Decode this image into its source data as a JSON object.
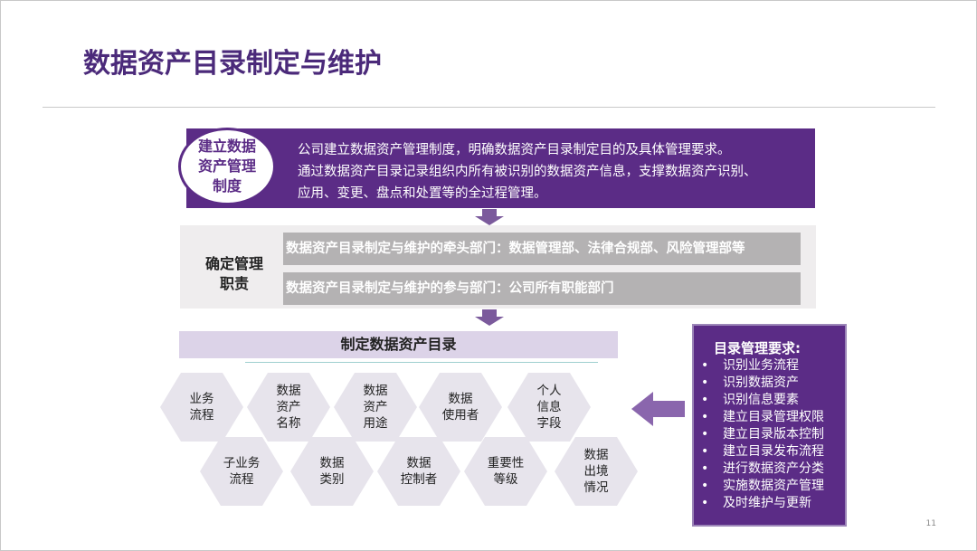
{
  "title": "数据资产目录制定与维护",
  "step1": {
    "label_lines": [
      "建立数据",
      "资产管理",
      "制度"
    ],
    "lines": [
      "公司建立数据资产管理制度，明确数据资产目录制定目的及具体管理要求。",
      "通过数据资产目录记录组织内所有被识别的数据资产信息，支撑数据资产识别、",
      "应用、变更、盘点和处置等的全过程管理。"
    ]
  },
  "step2": {
    "label_lines": [
      "确定管理",
      "职责"
    ],
    "bars": [
      "数据资产目录制定与维护的牵头部门：数据管理部、法律合规部、风险管理部等",
      "数据资产目录制定与维护的参与部门：公司所有职能部门"
    ]
  },
  "step3": {
    "heading": "制定数据资产目录",
    "hex_row1": [
      [
        "业务",
        "流程"
      ],
      [
        "数据",
        "资产",
        "名称"
      ],
      [
        "数据",
        "资产",
        "用途"
      ],
      [
        "数据",
        "使用者"
      ],
      [
        "个人",
        "信息",
        "字段"
      ]
    ],
    "hex_row2": [
      [
        "子业务",
        "流程"
      ],
      [
        "数据",
        "类别"
      ],
      [
        "数据",
        "控制者"
      ],
      [
        "重要性",
        "等级"
      ],
      [
        "数据",
        "出境",
        "情况"
      ]
    ]
  },
  "requirements": {
    "title": "目录管理要求:",
    "bullet": "•",
    "items": [
      "识别业务流程",
      "识别数据资产",
      "识别信息要素",
      "建立目录管理权限",
      "建立目录版本控制",
      "建立目录发布流程",
      "进行数据资产分类",
      "实施数据资产管理",
      "及时维护与更新"
    ]
  },
  "page_number": "11",
  "colors": {
    "accent": "#5b2c86",
    "title": "#4b2a7a",
    "bar_gray": "#b4b2b3",
    "hex_fill": "#e7e4ec"
  }
}
